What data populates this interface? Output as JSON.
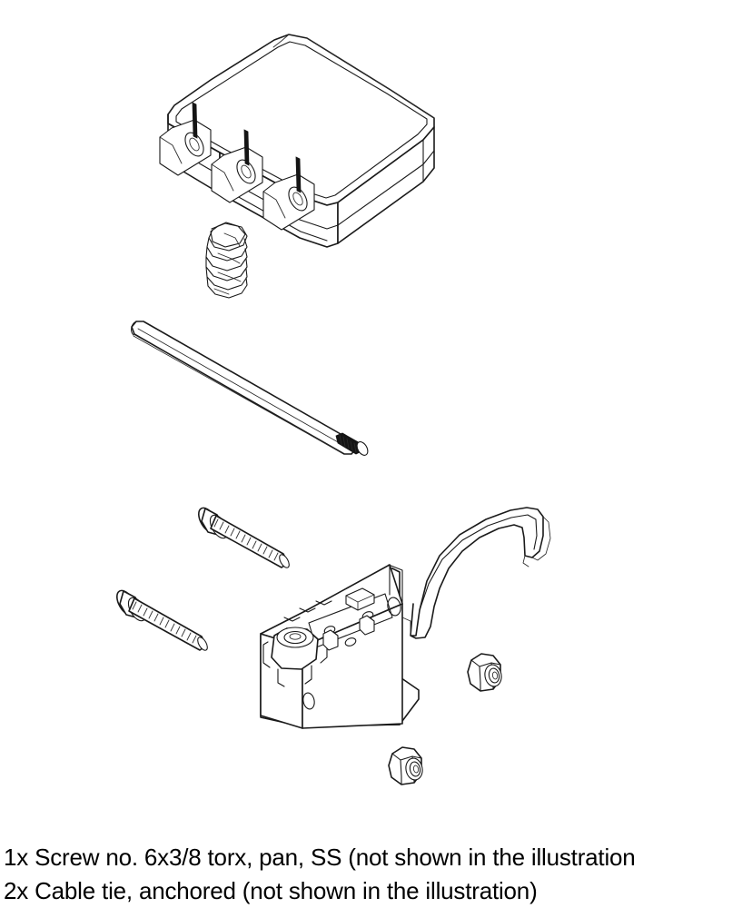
{
  "document": {
    "type": "exploded-parts-illustration",
    "background_color": "#ffffff",
    "line_color": "#1a1a1a"
  },
  "illustration": {
    "caption": "Exploded view of kit parts",
    "parts": [
      {
        "id": "housing-cover",
        "name": "Housing cover with three hinge barrels",
        "label": "housing-cover"
      },
      {
        "id": "compression-spring",
        "name": "Compression spring",
        "label": "compression-spring"
      },
      {
        "id": "rod-shaft",
        "name": "Rod with knurled end",
        "label": "rod-shaft"
      },
      {
        "id": "screw-upper",
        "name": "Pan head torx screw",
        "label": "screw-upper"
      },
      {
        "id": "screw-lower",
        "name": "Pan head torx screw",
        "label": "screw-lower"
      },
      {
        "id": "bracket-block",
        "name": "Bracket block with curved spring arm",
        "label": "bracket-block"
      },
      {
        "id": "nut-upper",
        "name": "Hex lock nut",
        "label": "nut-upper"
      },
      {
        "id": "nut-lower",
        "name": "Hex lock nut",
        "label": "nut-lower"
      }
    ]
  },
  "notes": {
    "lines": [
      "1x Screw no. 6x3/8 torx, pan, SS (not shown in the illustration",
      "2x Cable tie, anchored (not shown in the illustration)"
    ]
  }
}
